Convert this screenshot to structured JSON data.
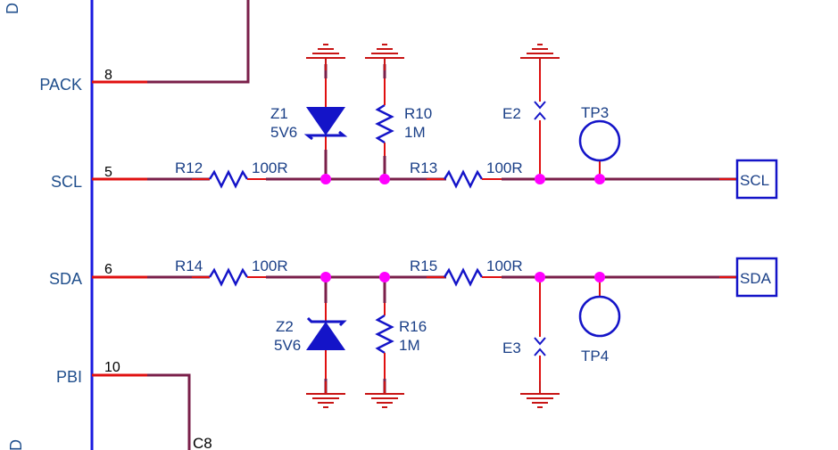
{
  "colors": {
    "net": "#7a1f4a",
    "pin_stub": "#e01010",
    "component": "#1414c8",
    "bus": "#1a1ae0",
    "junction": "#ff00ff",
    "ground": "#c81414",
    "text_blue": "#1a3f87"
  },
  "connector": {
    "pins": [
      {
        "name": "PACK",
        "number": "8"
      },
      {
        "name": "SCL",
        "number": "5"
      },
      {
        "name": "SDA",
        "number": "6"
      },
      {
        "name": "PBI",
        "number": "10"
      }
    ],
    "top_partial_letter": "D",
    "bottom_partial_letter": "D"
  },
  "components": {
    "R12": {
      "ref": "R12",
      "value": "100R"
    },
    "R13": {
      "ref": "R13",
      "value": "100R"
    },
    "R14": {
      "ref": "R14",
      "value": "100R"
    },
    "R15": {
      "ref": "R15",
      "value": "100R"
    },
    "R10": {
      "ref": "R10",
      "value": "1M"
    },
    "R16": {
      "ref": "R16",
      "value": "1M"
    },
    "Z1": {
      "ref": "Z1",
      "value": "5V6"
    },
    "Z2": {
      "ref": "Z2",
      "value": "5V6"
    },
    "E2": {
      "ref": "E2"
    },
    "E3": {
      "ref": "E3"
    },
    "TP3": {
      "ref": "TP3"
    },
    "TP4": {
      "ref": "TP4"
    },
    "C8": {
      "ref": "C8"
    }
  },
  "ports": {
    "scl": "SCL",
    "sda": "SDA"
  }
}
